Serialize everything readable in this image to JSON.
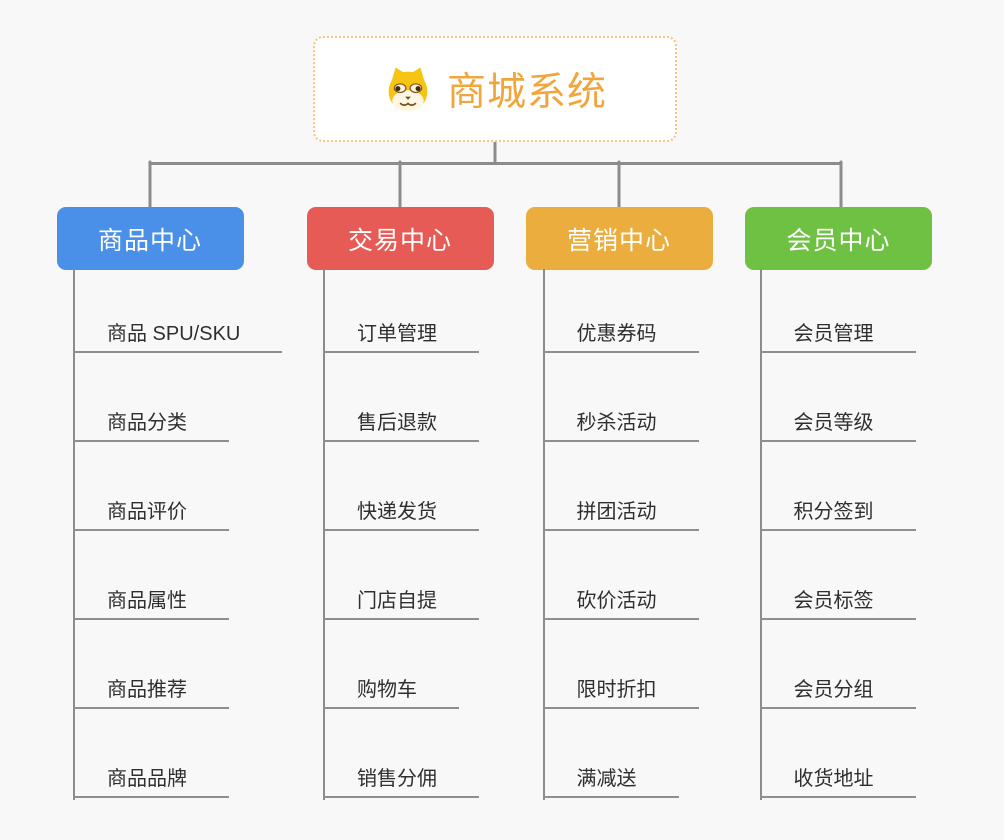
{
  "page": {
    "background_color": "#f8f8f8",
    "connector_color": "#8c8c8c"
  },
  "root": {
    "title": "商城系统",
    "icon": "doge-icon",
    "text_color": "#f0a63c",
    "border_color": "#f3c57e"
  },
  "branches": [
    {
      "label": "商品中心",
      "color": "#4a90e8",
      "children": [
        "商品 SPU/SKU",
        "商品分类",
        "商品评价",
        "商品属性",
        "商品推荐",
        "商品品牌"
      ]
    },
    {
      "label": "交易中心",
      "color": "#e65b55",
      "children": [
        "订单管理",
        "售后退款",
        "快递发货",
        "门店自提",
        "购物车",
        "销售分佣"
      ]
    },
    {
      "label": "营销中心",
      "color": "#ebad3e",
      "children": [
        "优惠券码",
        "秒杀活动",
        "拼团活动",
        "砍价活动",
        "限时折扣",
        "满减送"
      ]
    },
    {
      "label": "会员中心",
      "color": "#6fc144",
      "children": [
        "会员管理",
        "会员等级",
        "积分签到",
        "会员标签",
        "会员分组",
        "收货地址"
      ]
    }
  ]
}
